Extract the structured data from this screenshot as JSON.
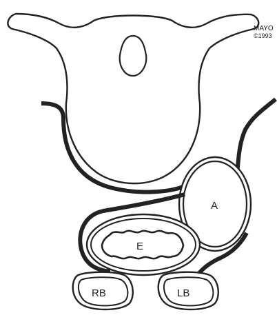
{
  "credit": {
    "line1": "MAYO",
    "line2": "©1993"
  },
  "labels": {
    "aorta": "A",
    "esophagus": "E",
    "right_bronchus": "RB",
    "left_bronchus": "LB"
  },
  "colors": {
    "ink": "#222222",
    "paper": "#ffffff"
  }
}
